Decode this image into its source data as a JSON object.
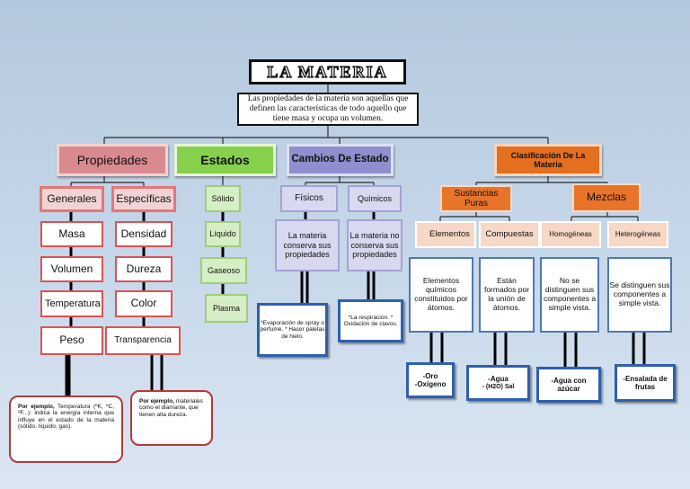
{
  "title": "LA MATERIA",
  "definition": "Las propiedades de la materia son aquellas que definen las características de todo aquello que tiene masa y ocupa un volumen.",
  "branches": {
    "propiedades": {
      "label": "Propiedades",
      "generales": {
        "label": "Generales",
        "items": [
          "Masa",
          "Volumen",
          "Temperatura",
          "Peso"
        ],
        "example_lead": "Por ejemplo,",
        "example": "Temperatura (ºK, ºC, ºF...): indica la energía interna que influye en el estado de la materia (sólido, líquido, gas)."
      },
      "especificas": {
        "label": "Específicas",
        "items": [
          "Densidad",
          "Dureza",
          "Color",
          "Transparencia"
        ],
        "example_lead": "Por ejemplo,",
        "example": "materiales como el diamante, que tienen alta dureza."
      }
    },
    "estados": {
      "label": "Estados",
      "items": [
        "Sólido",
        "Líquido",
        "Gaseoso",
        "Plasma"
      ]
    },
    "cambios": {
      "label": "Cambios De Estado",
      "fisicos": {
        "label": "Físicos",
        "desc": "La materia conserva sus propiedades",
        "example": "*Evaporación de spray o perfume. * Hacer paletas de hielo."
      },
      "quimicos": {
        "label": "Químicos",
        "desc": "La materia no conserva sus propiedades",
        "example": "*La respiración. * Oxidación de clavos."
      }
    },
    "clasificacion": {
      "label": "Clasificación De La Materia",
      "sustancias": {
        "label": "Sustancias Puras",
        "elementos": {
          "label": "Elementos",
          "desc": "Elementos químicos constituidos por átomos.",
          "example_1": "-Oro",
          "example_2": "-Oxígeno"
        },
        "compuestos": {
          "label": "Compuestas",
          "desc": "Están formados por la unión de átomos.",
          "example_1": "-Agua",
          "example_2": "- (H2O) Sal"
        }
      },
      "mezclas": {
        "label": "Mezclas",
        "homogeneas": {
          "label": "Homogéneas",
          "desc": "No se distinguen sus componentes a simple vista.",
          "example": "-Agua con azúcar"
        },
        "heterogeneas": {
          "label": "Heterogéneas",
          "desc": "Se distinguen sus componentes a simple vista.",
          "example": "-Ensalada de frutas"
        }
      }
    }
  }
}
